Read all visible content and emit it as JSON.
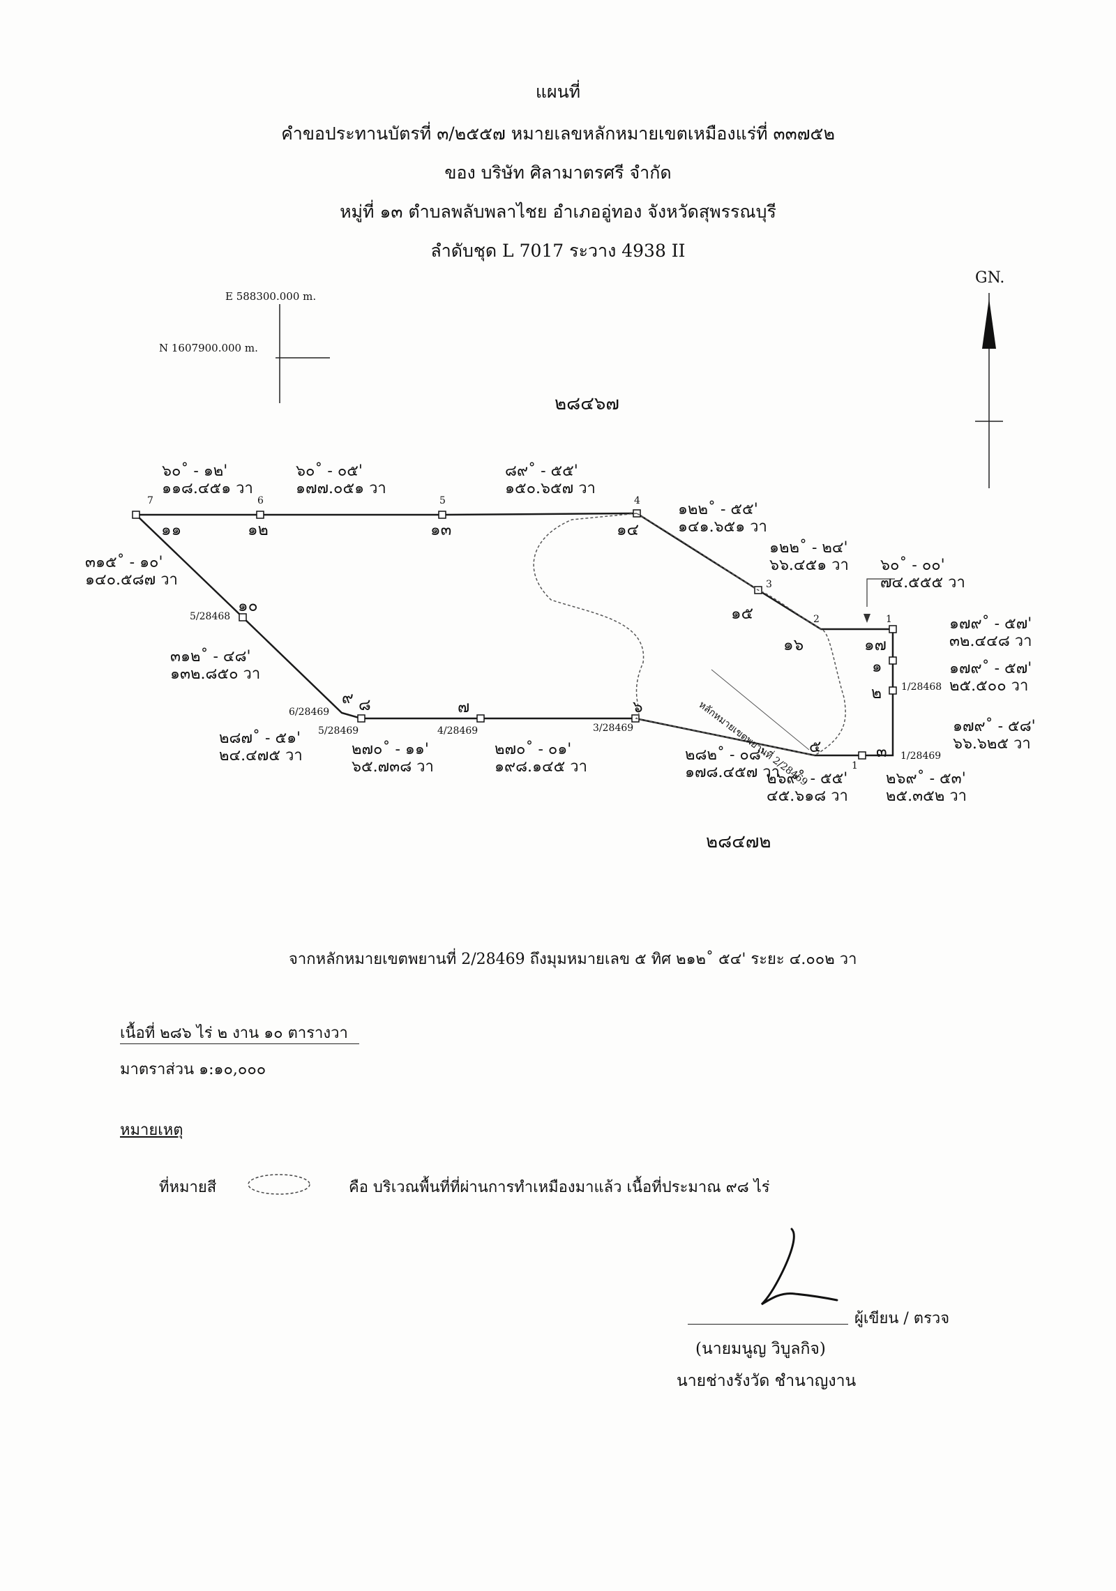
{
  "header": {
    "title": "แผนที่",
    "line1": "คำขอประทานบัตรที่ ๓/๒๕๕๗ หมายเลขหลักหมายเขตเหมืองแร่ที่ ๓๓๗๕๒",
    "line2": "ของ บริษัท ศิลามาตรศรี จำกัด",
    "line3": "หมู่ที่ ๑๓  ตำบลพลับพลาไชย  อำเภออู่ทอง  จังหวัดสุพรรณบุรี",
    "line4": "ลำดับชุด  L 7017  ระวาง  4938 II"
  },
  "grid": {
    "easting": "E 588300.000 m.",
    "northing": "N 1607900.000 m.",
    "north_label": "GN."
  },
  "parcels": {
    "top": "๒๘๔๖๗",
    "bottom": "๒๘๔๗๒"
  },
  "segments": [
    {
      "bearing": "๖๐˚ - ๑๒'",
      "distance": "๑๑๘.๔๕๑ วา"
    },
    {
      "bearing": "๖๐˚ - ๐๕'",
      "distance": "๑๗๗.๐๕๑ วา"
    },
    {
      "bearing": "๘๙˚ - ๕๕'",
      "distance": "๑๕๐.๖๕๗ วา"
    },
    {
      "bearing": "๑๒๒˚ - ๕๕'",
      "distance": "๑๔๑.๖๕๑ วา"
    },
    {
      "bearing": "๑๒๒˚ - ๒๔'",
      "distance": "๖๖.๔๕๑ วา"
    },
    {
      "bearing": "๖๐˚ - ๐๐'",
      "distance": "๗๔.๕๕๕ วา"
    },
    {
      "bearing": "๑๗๙˚ - ๕๗'",
      "distance": "๓๒.๔๔๘ วา"
    },
    {
      "bearing": "๑๗๙˚ - ๕๗'",
      "distance": "๒๕.๕๐๐ วา"
    },
    {
      "bearing": "๑๗๙˚ - ๕๘'",
      "distance": "๖๖.๖๒๕ วา"
    },
    {
      "bearing": "๓๑๕˚ - ๑๐'",
      "distance": "๑๔๐.๕๘๗ วา"
    },
    {
      "bearing": "๓๑๒˚ - ๔๘'",
      "distance": "๑๓๒.๘๕๐ วา"
    },
    {
      "bearing": "๒๘๗˚ - ๕๑'",
      "distance": "๒๔.๔๗๕ วา"
    },
    {
      "bearing": "๒๗๐˚ - ๑๑'",
      "distance": "๖๕.๗๓๘ วา"
    },
    {
      "bearing": "๒๗๐˚ - ๐๑'",
      "distance": "๑๙๘.๑๔๕ วา"
    },
    {
      "bearing": "๒๘๒˚ - ๐๘'",
      "distance": "๑๗๘.๔๕๗ วา"
    },
    {
      "bearing": "๒๖๙˚ - ๕๕'",
      "distance": "๔๕.๖๑๘ วา"
    },
    {
      "bearing": "๒๖๙˚ - ๕๓'",
      "distance": "๒๕.๓๕๒ วา"
    }
  ],
  "points": {
    "p7": "7",
    "p6": "6",
    "p5": "5",
    "p4": "4",
    "p3": "3",
    "p2": "2",
    "p1": "1",
    "p1b": "1",
    "m5_28468": "5/28468",
    "m6_28469": "6/28469",
    "m5_28469": "5/28469",
    "m4_28469": "4/28469",
    "m3_28469": "3/28469",
    "m1_28468": "1/28468",
    "m1_28469": "1/28469"
  },
  "corner_numbers": {
    "n11": "๑๑",
    "n12": "๑๒",
    "n13": "๑๓",
    "n14": "๑๔",
    "n15": "๑๕",
    "n16": "๑๖",
    "n17": "๑๗",
    "n1": "๑",
    "n2": "๒",
    "n3": "๓",
    "n10": "๑๐",
    "n9": "๙",
    "n8": "๘",
    "n7": "๗",
    "n6": "๖",
    "n5": "๕"
  },
  "inner_line_label": "หลักหมายเขตพยานที่ 2/28469",
  "reference": "จากหลักหมายเขตพยานที่ 2/28469 ถึงมุมหมายเลข ๕ ทิศ ๒๑๒˚ ๕๔' ระยะ ๔.๐๐๒ วา",
  "area": "เนื้อที่ ๒๘๖ ไร่ ๒ งาน ๑๐ ตารางวา",
  "scale": "มาตราส่วน  ๑:๑๐,๐๐๐",
  "note": {
    "heading": "หมายเหตุ",
    "prefix": "ที่หมายสี",
    "text": "คือ บริเวณพื้นที่ที่ผ่านการทำเหมืองมาแล้ว เนื้อที่ประมาณ  ๙๘  ไร่"
  },
  "signature": {
    "role": "ผู้เขียน / ตรวจ",
    "name": "(นายมนูญ  วิบูลกิจ)",
    "position": "นายช่างรังวัด ชำนาญงาน"
  }
}
